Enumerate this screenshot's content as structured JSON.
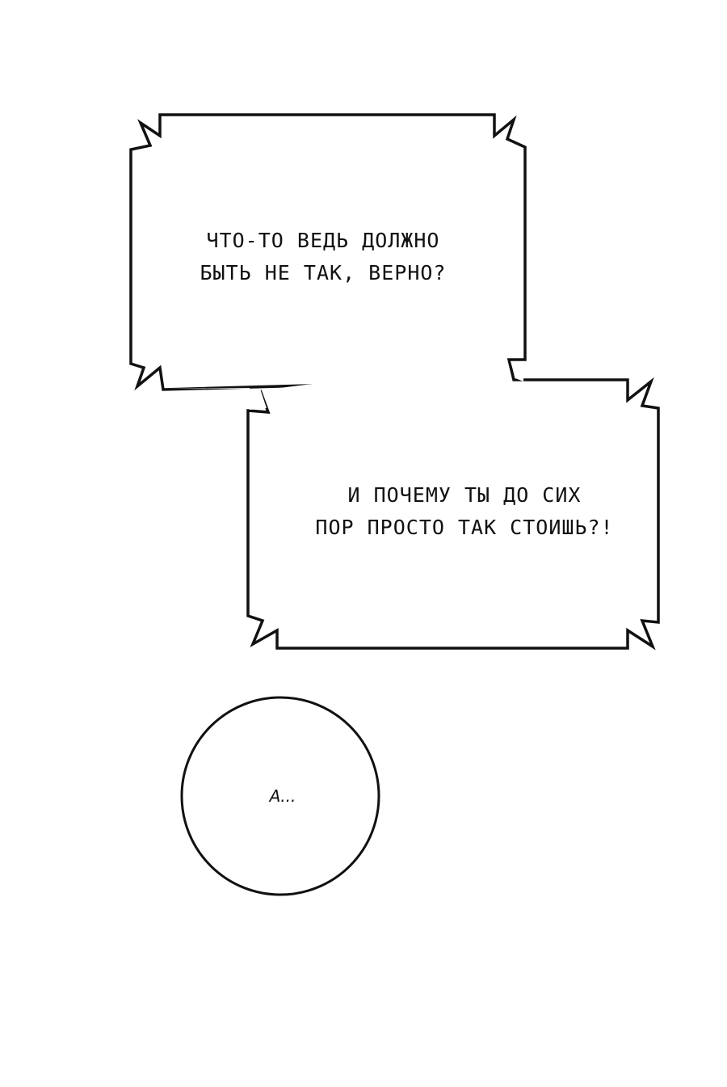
{
  "bubbles": [
    {
      "shape": "spiky-box",
      "lines": [
        "ЧТО-ТО ВЕДЬ ДОЛЖНО",
        "БЫТЬ НЕ ТАК, ВЕРНО?"
      ]
    },
    {
      "shape": "spiky-box",
      "lines": [
        "И ПОЧЕМУ ТЫ ДО СИХ",
        "ПОР ПРОСТО ТАК СТОИШЬ?!"
      ]
    },
    {
      "shape": "circle",
      "lines": [
        "А..."
      ]
    }
  ],
  "colors": {
    "background": "#ffffff",
    "outline": "#111111",
    "text": "#111111"
  }
}
